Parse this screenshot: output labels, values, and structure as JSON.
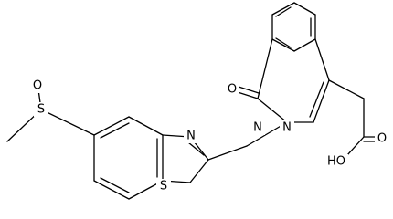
{
  "atoms": {
    "sulfoxide_o": "O",
    "sulfoxide_s": "S",
    "thiazole_n": "N",
    "thiazole_s": "S",
    "pyridazine_n3": "N",
    "pyridazine_n2": "N",
    "carbonyl_o": "O",
    "acid_o": "O",
    "acid_oh": "HO"
  },
  "colors": {
    "bond": "#000000",
    "background": "#ffffff"
  }
}
